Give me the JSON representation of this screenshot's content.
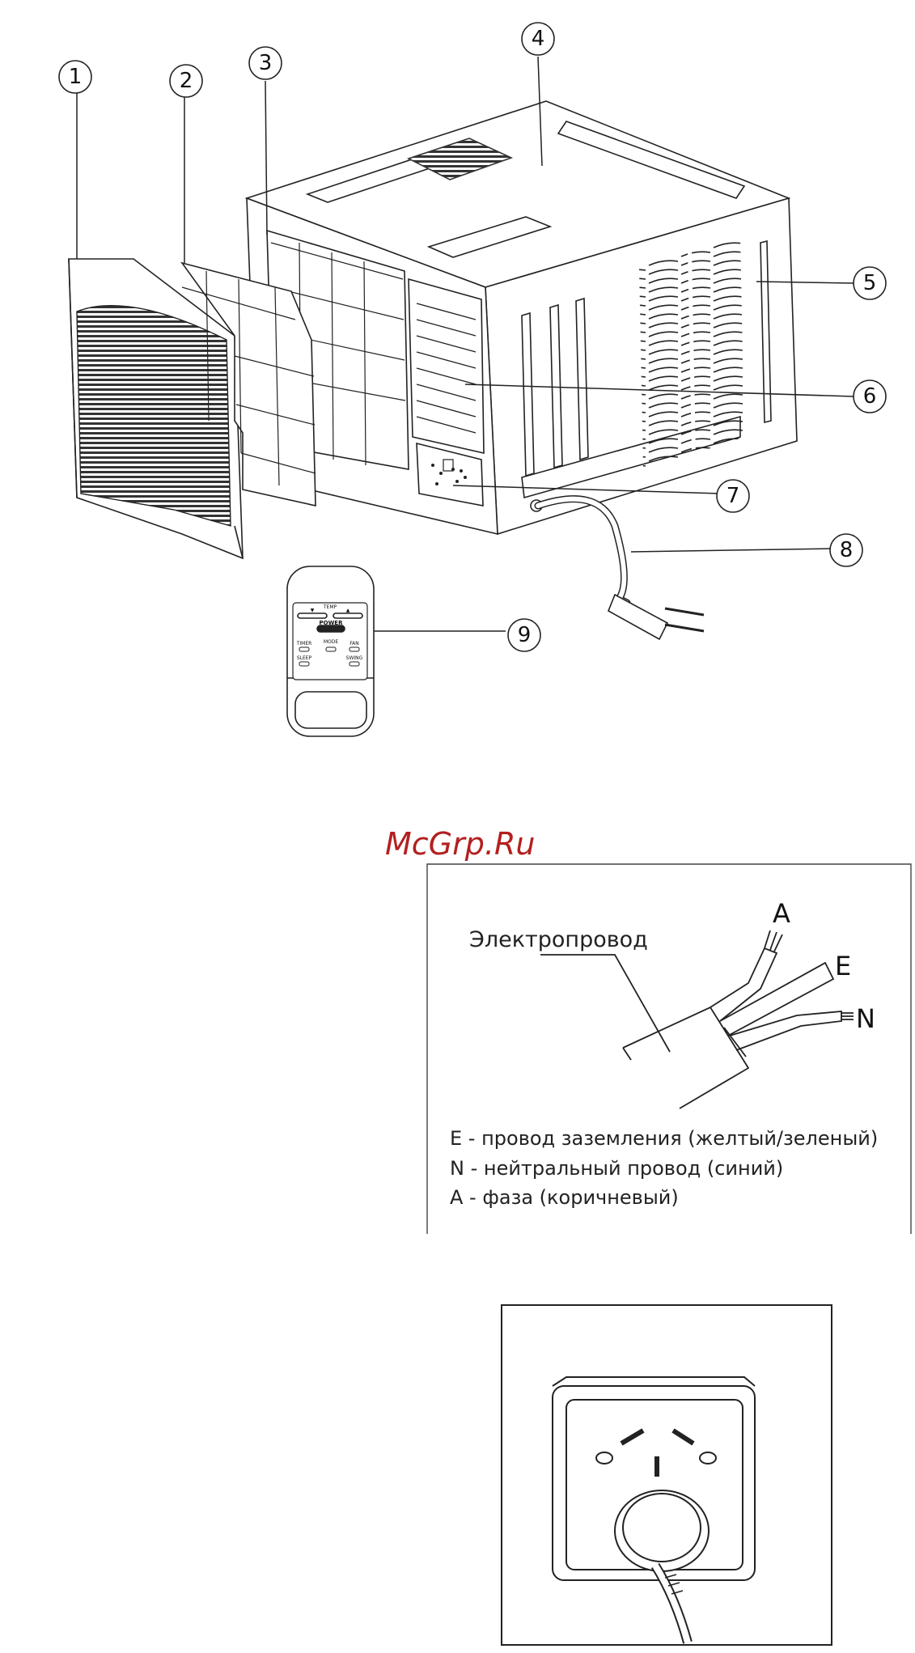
{
  "callouts": [
    "1",
    "2",
    "3",
    "4",
    "5",
    "6",
    "7",
    "8",
    "9"
  ],
  "remote": {
    "temp_label": "TEMP",
    "down_symbol": "▼",
    "up_symbol": "▲",
    "power_label": "POWER",
    "timer_label": "TIMER",
    "mode_label": "MODE",
    "fan_label": "FAN",
    "swing_label": "SWING",
    "sleep_label": "SLEEP"
  },
  "watermark": "McGrp.Ru",
  "wiring": {
    "cable_label": "Электропровод",
    "wire_a": "A",
    "wire_e": "E",
    "wire_n": "N",
    "legend": [
      "E - провод заземления (желтый/зеленый)",
      "N - нейтральный провод (синий)",
      "A - фаза (коричневый)"
    ]
  }
}
